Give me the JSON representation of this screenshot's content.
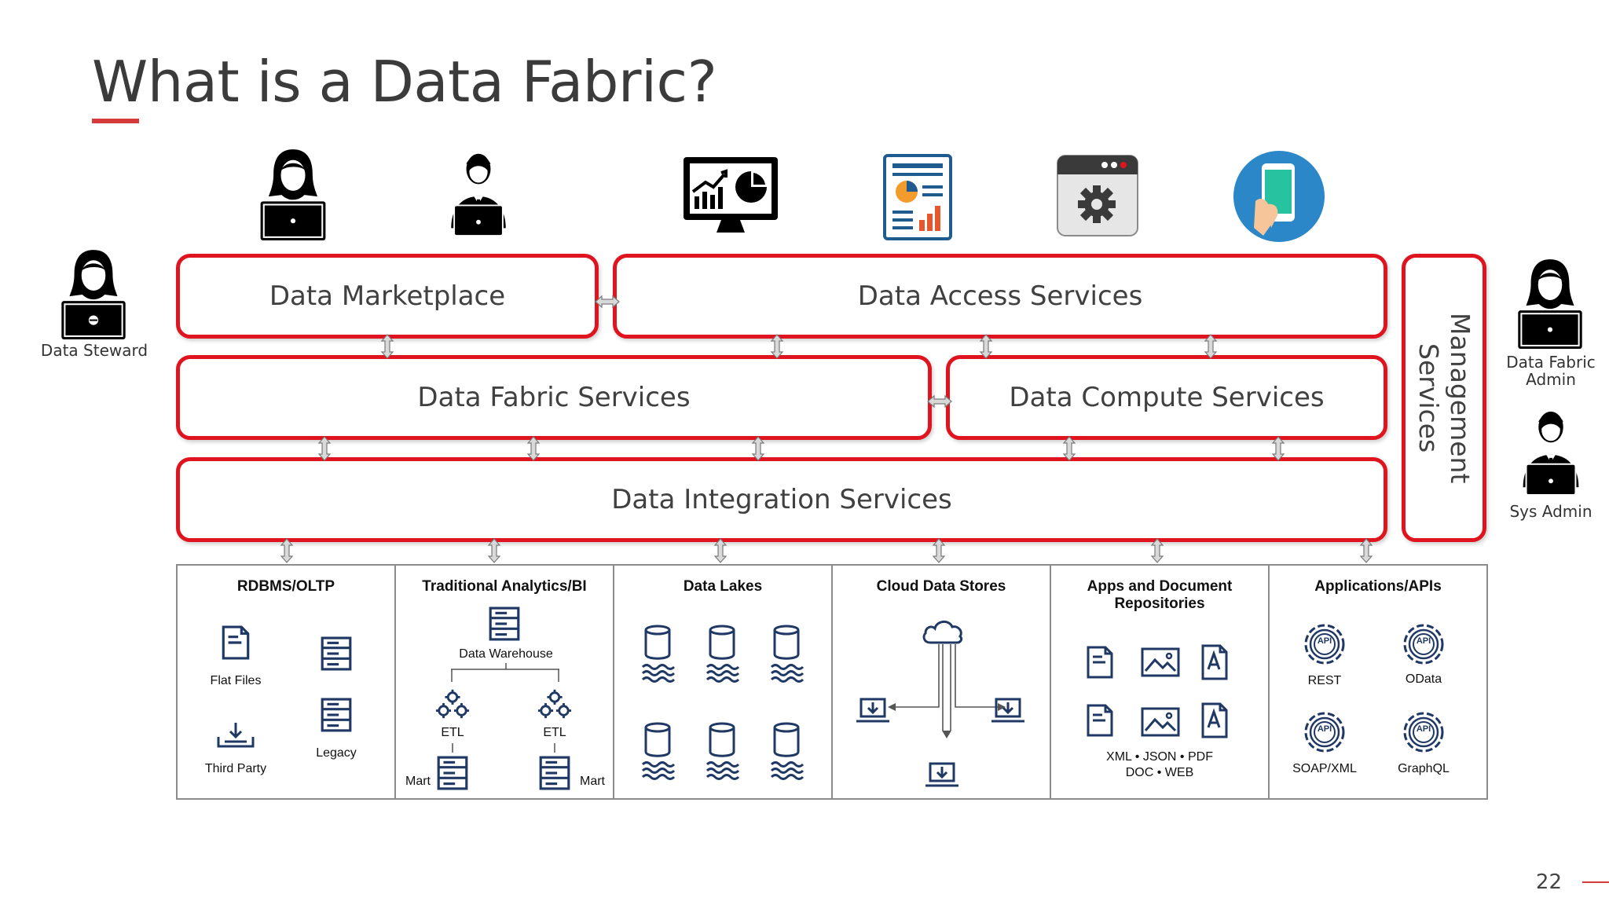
{
  "slide": {
    "title": "What is a Data Fabric?",
    "page_number": "22",
    "accent_color": "#e0141e"
  },
  "personas": {
    "left": {
      "label": "Data Steward"
    },
    "right_top": {
      "label_line1": "Data Fabric",
      "label_line2": "Admin"
    },
    "right_bottom": {
      "label": "Sys Admin"
    }
  },
  "consumer_icons": [
    "woman-laptop-icon",
    "businessman-laptop-icon",
    "analytics-monitor-icon",
    "report-document-icon",
    "settings-app-icon",
    "smartphone-icon"
  ],
  "services": {
    "marketplace": "Data Marketplace",
    "access": "Data Access Services",
    "fabric": "Data Fabric Services",
    "compute": "Data Compute Services",
    "integration": "Data Integration Services",
    "management_line1": "Management",
    "management_line2": "Services"
  },
  "sources": {
    "rdbms": {
      "title": "RDBMS/OLTP",
      "flat_files": "Flat Files",
      "legacy": "Legacy",
      "third_party": "Third Party"
    },
    "analytics": {
      "title": "Traditional Analytics/BI",
      "warehouse": "Data Warehouse",
      "etl_left": "ETL",
      "etl_right": "ETL",
      "mart_left": "Mart",
      "mart_right": "Mart"
    },
    "lakes": {
      "title": "Data Lakes"
    },
    "cloud": {
      "title": "Cloud Data Stores"
    },
    "apps": {
      "title_line1": "Apps and Document",
      "title_line2": "Repositories",
      "formats_line1": "XML • JSON • PDF",
      "formats_line2": "DOC • WEB"
    },
    "apis": {
      "title": "Applications/APIs",
      "rest": "REST",
      "odata": "OData",
      "soap": "SOAP/XML",
      "graphql": "GraphQL",
      "api_badge": "API"
    }
  }
}
